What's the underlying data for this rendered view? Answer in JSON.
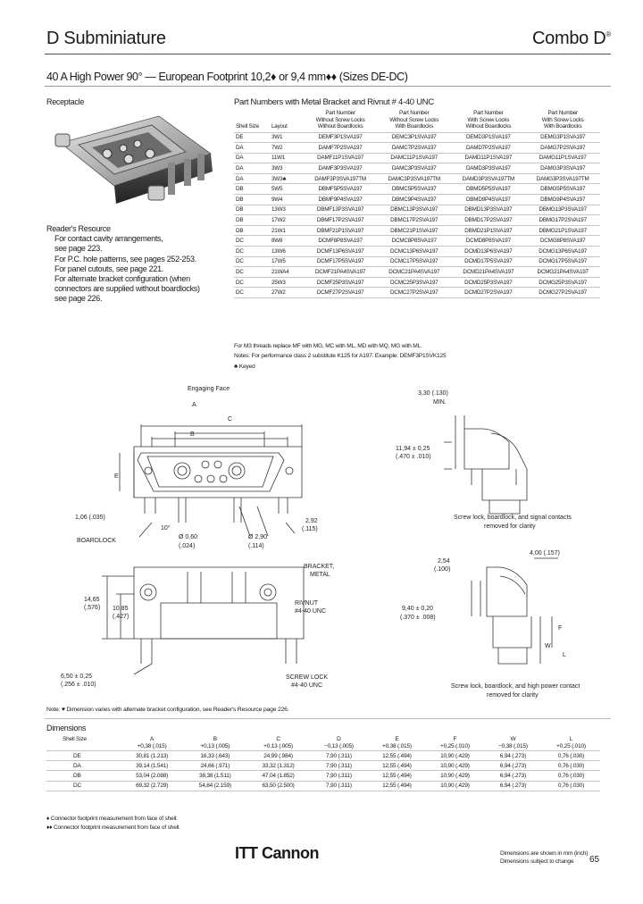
{
  "header": {
    "title": "D Subminiature",
    "combo": "Combo D",
    "combo_mark": "®"
  },
  "subtitle": "40 A High Power 90° — European Footprint 10,2♦ or 9,4 mm♦♦ (Sizes DE-DC)",
  "receptacle_label": "Receptacle",
  "readers_resource": {
    "title": "Reader's Resource",
    "lines": [
      "For contact cavity arrangements,",
      "see page 223.",
      "For P.C. hole patterns, see pages 252-253.",
      "For panel cutouts, see page 221.",
      "For alternate bracket configuration (when",
      "connectors are supplied without boardlocks)",
      "see page 226."
    ]
  },
  "part_numbers": {
    "title": "Part Numbers with Metal Bracket and Rivnut # 4-40 UNC",
    "headers": [
      "Shell Size",
      "Layout",
      "Part Number\nWithout Screw Locks\nWithout Boardlocks",
      "Part Number\nWithout Screw Locks\nWith Boardlocks",
      "Part Number\nWith Screw Locks\nWithout Boardlocks",
      "Part Number\nWith Screw Locks\nWith Boardlocks"
    ],
    "rows": [
      [
        "DE",
        "3W1",
        "DEMF3P1SVA197",
        "DEMC3P1SVA197",
        "DEMD3P1SVA197",
        "DEMG3P1SVA197"
      ],
      [
        "DA",
        "7W2",
        "DAMF7P2SVA197",
        "DAMC7P2SVA197",
        "DAMD7P2SVA197",
        "DAMG7P2SVA197"
      ],
      [
        "DA",
        "11W1",
        "DAMF11P1SVA197",
        "DAMC11P1SVA197",
        "DAMD11P1SVA197",
        "DAMG11P1SVA197"
      ],
      [
        "DA",
        "3W3",
        "DAMF3P3SVA197",
        "DAMC3P3SVA197",
        "DAMD3P3SVA197",
        "DAMG3P3SVA197"
      ],
      [
        "DA",
        "3W3♣",
        "DAMF3P3SVA197TM",
        "DAMC3P3SVA197TM",
        "DAMD3P3SVA197TM",
        "DAMG3P3SVA197TM"
      ],
      [
        "DB",
        "5W5",
        "DBMF5P5SVA197",
        "DBMC5P5SVA197",
        "DBMD5P5SVA197",
        "DBMG5P5SVA197"
      ],
      [
        "DB",
        "9W4",
        "DBMF9P4SVA197",
        "DBMC9P4SVA197",
        "DBMD9P4SVA197",
        "DBMG9P4SVA197"
      ],
      [
        "DB",
        "13W3",
        "DBMF13P3SVA197",
        "DBMC13P3SVA197",
        "DBMD13P3SVA197",
        "DBMG13P3SVA197"
      ],
      [
        "DB",
        "17W2",
        "DBMF17P2SVA197",
        "DBMC17P2SVA197",
        "DBMD17P2SVA197",
        "DBMG17P2SVA197"
      ],
      [
        "DB",
        "21W1",
        "DBMF21P1SVA197",
        "DBMC21P1SVA197",
        "DBMD21P1SVA197",
        "DBMG21P1SVA197"
      ],
      [
        "DC",
        "8W8",
        "DCMF8P8SVA197",
        "DCMC8P8SVA197",
        "DCMD8P8SVA197",
        "DCMG8P8SVA197"
      ],
      [
        "DC",
        "13W6",
        "DCMF13P6SVA197",
        "DCMC13P6SVA197",
        "DCMD13P6SVA197",
        "DCMG13P6SVA197"
      ],
      [
        "DC",
        "17W5",
        "DCMF17P5SVA197",
        "DCMC17P5SVA197",
        "DCMD17P5SVA197",
        "DCMG17P5SVA197"
      ],
      [
        "DC",
        "21WA4",
        "DCMF21PA4SVA197",
        "DCMC21PA4SVA197",
        "DCMD21PA4SVA197",
        "DCMG21PA4SVA197"
      ],
      [
        "DC",
        "25W3",
        "DCMF25P3SVA197",
        "DCMC25P3SVA197",
        "DCMD25P3SVA197",
        "DCMG25P3SVA197"
      ],
      [
        "DC",
        "27W2",
        "DCMF27P2SVA197",
        "DCMC27P2SVA197",
        "DCMD27P2SVA197",
        "DCMG27P2SVA197"
      ]
    ],
    "notes": [
      "For M3 threads replace MF with MG, MC with ML, MD with MQ, MG with ML.",
      "Notes: For performance class 2 substitute K125 for A197. Example: DEMF3P1SVK125",
      "♣ Keyed"
    ]
  },
  "drawing": {
    "engaging_face": "Engaging Face",
    "dim_a": "A",
    "dim_b": "B",
    "dim_c": "C",
    "dim_e": "E",
    "dim_f": "F",
    "dim_w": "W",
    "dim_l": "L",
    "dim_106": "1,06 (.035)",
    "dim_292": "2,92",
    "dim_292b": "(.115)",
    "boardlock": "BOARDLOCK",
    "angle10": "10°",
    "dim_060": "Ø 0,60",
    "dim_060b": "(.024)",
    "dim_290": "Ø 2,90",
    "dim_290b": "(.114)",
    "dim_330": "3,30 (.130)",
    "dim_330b": "MIN.",
    "dim_1194": "11,94 ± 0,25",
    "dim_1194b": "(.470 ± .010)",
    "cap_top": "Screw lock, boardlock, and signal contacts",
    "cap_top2": "removed for clarity",
    "bracket": "BRACKET,",
    "bracket2": "METAL",
    "rivnut": "RIVNUT",
    "rivnut2": "#4-40 UNC",
    "dim_1465": "14,65",
    "dim_1465b": "(.576)",
    "dim_1085": "10,85",
    "dim_1085b": "(.427)",
    "dim_650": "6,50 ± 0,25",
    "dim_650b": "(.256 ± .010)",
    "screwlock": "SCREW LOCK",
    "screwlock2": "#4-40 UNC",
    "dim_254": "2,54",
    "dim_254b": "(.100)",
    "dim_400": "4,00 (.157)",
    "dim_940": "9,40 ± 0,20",
    "dim_940b": "(.370 ± .008)",
    "cap_bot": "Screw lock, boardlock, and high power contact",
    "cap_bot2": "removed for clarity"
  },
  "note": "Note: ♥ Dimension varies with alternate bracket configuration, see Reader's Resource page 226.",
  "dimensions": {
    "title": "Dimensions",
    "headers": [
      "Shell Size",
      "A",
      "B",
      "C",
      "D",
      "E",
      "F",
      "W",
      "L"
    ],
    "tolerances": [
      "",
      "+0,38 (.015)",
      "+0,13 (.005)",
      "+0,13 (.005)",
      "−0,13 (.005)",
      "+0,38 (.015)",
      "+0,25 (.010)",
      "−0,38 (.015)",
      "+0,25 (.010)"
    ],
    "rows": [
      [
        "DE",
        "30,81 (1.213)",
        "16,33 (.643)",
        "24,99 (.984)",
        "7,90 (.311)",
        "12,55 (.494)",
        "10,90 (.429)",
        "6,94 (.273)",
        "0,76 (.030)"
      ],
      [
        "DA",
        "39,14 (1.541)",
        "24,66 (.971)",
        "33,32 (1.312)",
        "7,90 (.311)",
        "12,55 (.494)",
        "10,90 (.429)",
        "6,94 (.273)",
        "0,76 (.030)"
      ],
      [
        "DB",
        "53,04 (2.088)",
        "38,38 (1.511)",
        "47,04 (1.852)",
        "7,90 (.311)",
        "12,55 (.494)",
        "10,90 (.429)",
        "6,94 (.273)",
        "0,76 (.030)"
      ],
      [
        "DC",
        "69,32 (2.729)",
        "54,84 (2.159)",
        "63,50 (2.500)",
        "7,90 (.311)",
        "12,55 (.494)",
        "10,90 (.429)",
        "6,94 (.273)",
        "0,76 (.030)"
      ]
    ],
    "notes": [
      "♦ Connector footprint measurement from face of shell.",
      "♦♦ Connector footprint measurement from face of shell."
    ]
  },
  "footer": {
    "logo": "ITT Cannon",
    "dims_note1": "Dimensions are shown in mm (inch)",
    "dims_note2": "Dimensions subject to change",
    "page": "65"
  }
}
